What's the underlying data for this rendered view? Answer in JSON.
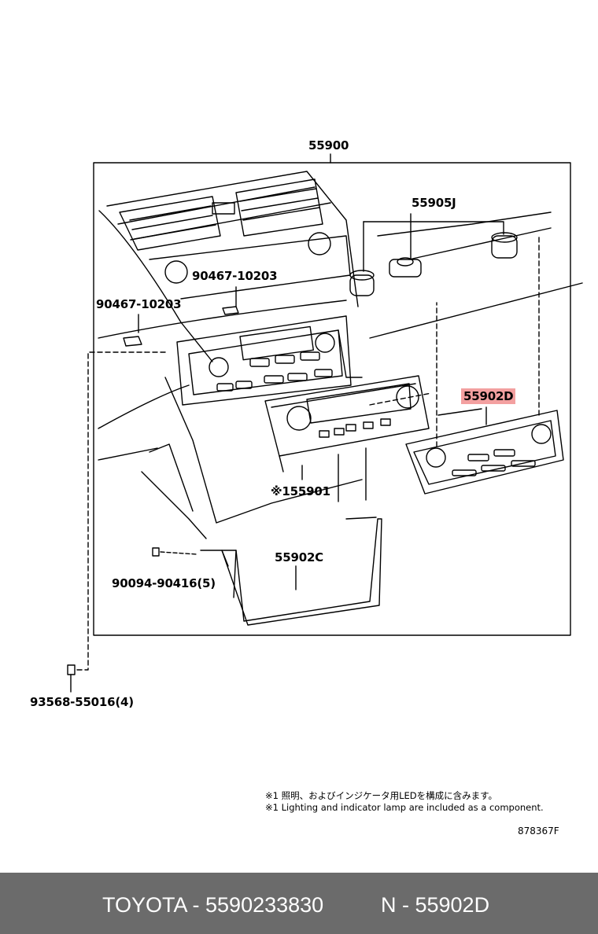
{
  "diagram": {
    "labels": {
      "assembly": "55900",
      "knob": "55905J",
      "bracket_screw_upper": "90467-10203",
      "bracket_screw_left": "90467-10203",
      "control_panel": "55902D",
      "control_unit": "※155901",
      "trim_panel": "55902C",
      "small_screw": "90094-90416(5)",
      "mount_screw": "93568-55016(4)"
    },
    "notes": [
      "※1 照明、およびインジケータ用LEDを構成に含みます。",
      "※1 Lighting and indicator lamp are included as a component."
    ],
    "figure_code": "878367F",
    "highlight_color": "#f3a0a0"
  },
  "footer": {
    "left": "TOYOTA - 5590233830",
    "right": "N - 55902D",
    "bg_color": "#6b6b6b"
  }
}
